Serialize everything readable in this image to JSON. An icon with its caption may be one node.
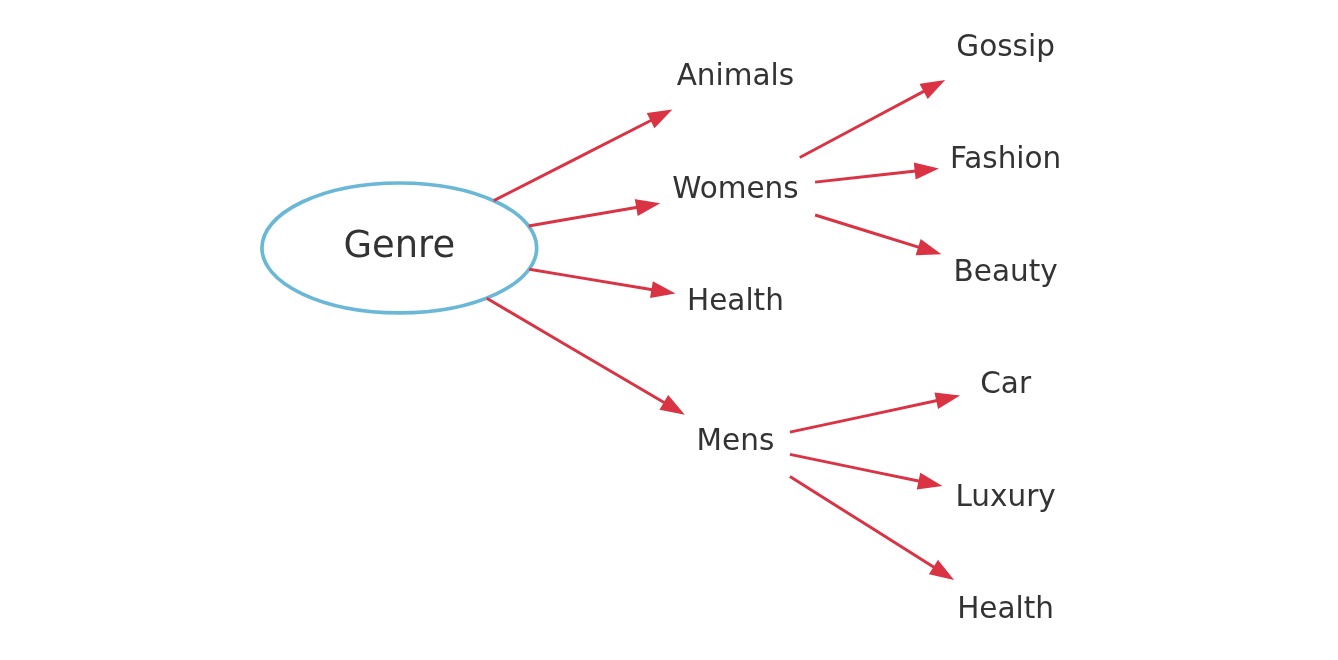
{
  "diagram": {
    "nodes": [
      {
        "text": [
          "Genre"
        ]
      },
      {
        "text": [
          "Animals"
        ]
      },
      {
        "text": [
          "Womens"
        ]
      },
      {
        "text": [
          "Gossip"
        ]
      },
      {
        "text": [
          "Fashion"
        ]
      },
      {
        "text": [
          "Beauty"
        ]
      },
      {
        "text": [
          "Health"
        ]
      },
      {
        "text": [
          "Mens"
        ]
      },
      {
        "text": [
          "Car"
        ]
      },
      {
        "text": [
          "Luxury"
        ]
      },
      {
        "text": [
          "Health"
        ]
      }
    ],
    "edges": [
      {
        "from": 0,
        "to": 1,
        "arrow": "to"
      },
      {
        "from": 0,
        "to": 2,
        "arrow": "to"
      },
      {
        "from": 2,
        "to": 3,
        "arrow": "to"
      },
      {
        "from": 2,
        "to": 4,
        "arrow": "to"
      },
      {
        "from": 2,
        "to": 5,
        "arrow": "to"
      },
      {
        "from": 0,
        "to": 6,
        "arrow": "to"
      },
      {
        "from": 0,
        "to": 7,
        "arrow": "to"
      },
      {
        "from": 7,
        "to": 8,
        "arrow": "to"
      },
      {
        "from": 7,
        "to": 9,
        "arrow": "to"
      },
      {
        "from": 7,
        "to": 10,
        "arrow": "to"
      }
    ]
  }
}
